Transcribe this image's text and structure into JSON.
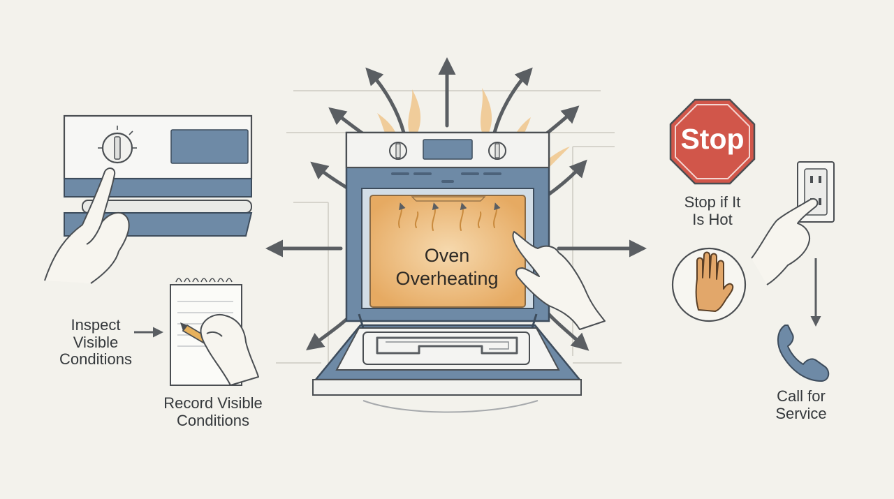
{
  "diagram": {
    "center": {
      "line1": "Oven",
      "line2": "Overheating"
    },
    "steps": {
      "inspect": {
        "line1": "Inspect",
        "line2": "Visible",
        "line3": "Conditions"
      },
      "record": {
        "line1": "Record Visible",
        "line2": "Conditions"
      },
      "stop_hot": {
        "line1": "Stop if It",
        "line2": "Is Hot"
      },
      "call": {
        "line1": "Call for",
        "line2": "Service"
      }
    },
    "stop_sign": {
      "text": "Stop"
    }
  },
  "icons": [
    "oven-icon",
    "control-panel-icon",
    "notepad-icon",
    "pencil-icon",
    "stop-sign-icon",
    "hand-stop-icon",
    "outlet-icon",
    "phone-icon",
    "heat-arrow-icon"
  ],
  "colors": {
    "background": "#f3f2ec",
    "oven_blue": "#6e8aa6",
    "glow_orange": "#e9b46f",
    "stop_red": "#d1564a",
    "line": "#4a4e52"
  }
}
